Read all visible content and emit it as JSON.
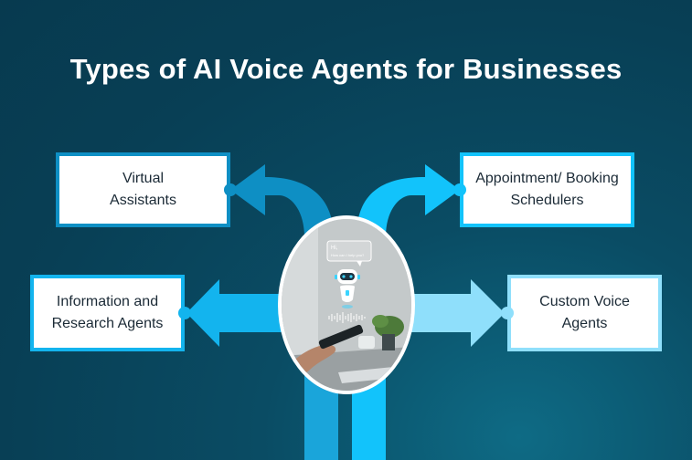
{
  "title": "Types of AI Voice Agents for Businesses",
  "nodes": {
    "virtual_assistants": "Virtual Assistants",
    "appointment_schedulers": "Appointment/ Booking Schedulers",
    "information_research": "Information and Research Agents",
    "custom_voice": "Custom Voice Agents"
  },
  "hub": {
    "bubble_greeting": "Hi,",
    "bubble_question": "How can I help you?"
  },
  "colors": {
    "background": "#083f55",
    "arrow_dark": "#0e8fc4",
    "arrow_mid": "#13b4ee",
    "arrow_bright": "#12c3fb",
    "arrow_light": "#8fdffb"
  }
}
